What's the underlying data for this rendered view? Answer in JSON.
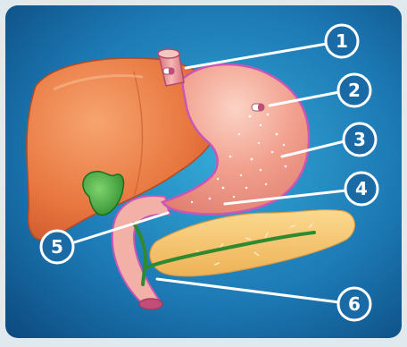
{
  "colors": {
    "background_dark": "#0d4d82",
    "background_light": "#2a9fd0",
    "liver": "#e8763f",
    "stomach": "#f2a08e",
    "stomach_outline": "#c857b6",
    "pancreas": "#f4c268",
    "gallbladder": "#3ea33e",
    "bile_duct": "#2f8a2f",
    "callout": "#ffffff"
  },
  "icons": [
    "liver",
    "gallbladder",
    "stomach",
    "esophagus",
    "duodenum",
    "pancreas",
    "bile-duct"
  ],
  "callouts": [
    {
      "number": "1"
    },
    {
      "number": "2"
    },
    {
      "number": "3"
    },
    {
      "number": "4"
    },
    {
      "number": "5"
    },
    {
      "number": "6"
    }
  ]
}
